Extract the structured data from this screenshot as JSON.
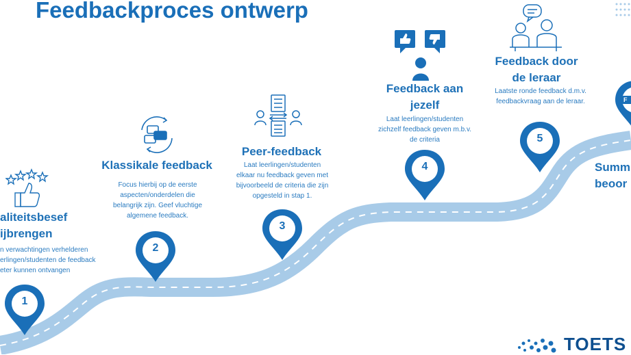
{
  "title": "Feedbackproces ontwerp",
  "steps": [
    {
      "number": "1",
      "title_line1": "aliteitsbesef",
      "title_line2": "ijbrengen",
      "desc_line1": "n verwachtingen verhelderen",
      "desc_line2": "erlingen/studenten de feedback",
      "desc_line3": "eter kunnen ontvangen",
      "icon": "thumbs-up-stars-icon"
    },
    {
      "number": "2",
      "title": "Klassikale feedback",
      "desc_line1": "Focus hierbij op de eerste",
      "desc_line2": "aspecten/onderdelen die",
      "desc_line3": "belangrijk zijn. Geef vluchtige",
      "desc_line4": "algemene feedback.",
      "icon": "chat-cycle-icon"
    },
    {
      "number": "3",
      "title": "Peer-feedback",
      "desc_line1": "Laat leerlingen/studenten",
      "desc_line2": "elkaar nu feedback geven met",
      "desc_line3": "bijvoorbeeld de criteria die zijn",
      "desc_line4": "opgesteld in stap 1.",
      "icon": "peer-exchange-icon"
    },
    {
      "number": "4",
      "title_line1": "Feedback aan",
      "title_line2": "jezelf",
      "desc_line1": "Laat leerlingen/studenten",
      "desc_line2": "zichzelf feedback geven m.b.v.",
      "desc_line3": "de criteria",
      "icon": "self-reflection-icon"
    },
    {
      "number": "5",
      "title_line1": "Feedback door",
      "title_line2": "de leraar",
      "desc_line1": "Laatste ronde feedback d.m.v.",
      "desc_line2": "feedbackvraag aan de leraar.",
      "icon": "teacher-student-icon"
    },
    {
      "title_line1": "Summ",
      "title_line2": "beoor",
      "badge": "F"
    }
  ],
  "brand": "TOETS",
  "colors": {
    "primary": "#1a6fb8",
    "road": "#a8cbe8",
    "road_stripe": "#ffffff",
    "pin": "#1a6fb8"
  }
}
